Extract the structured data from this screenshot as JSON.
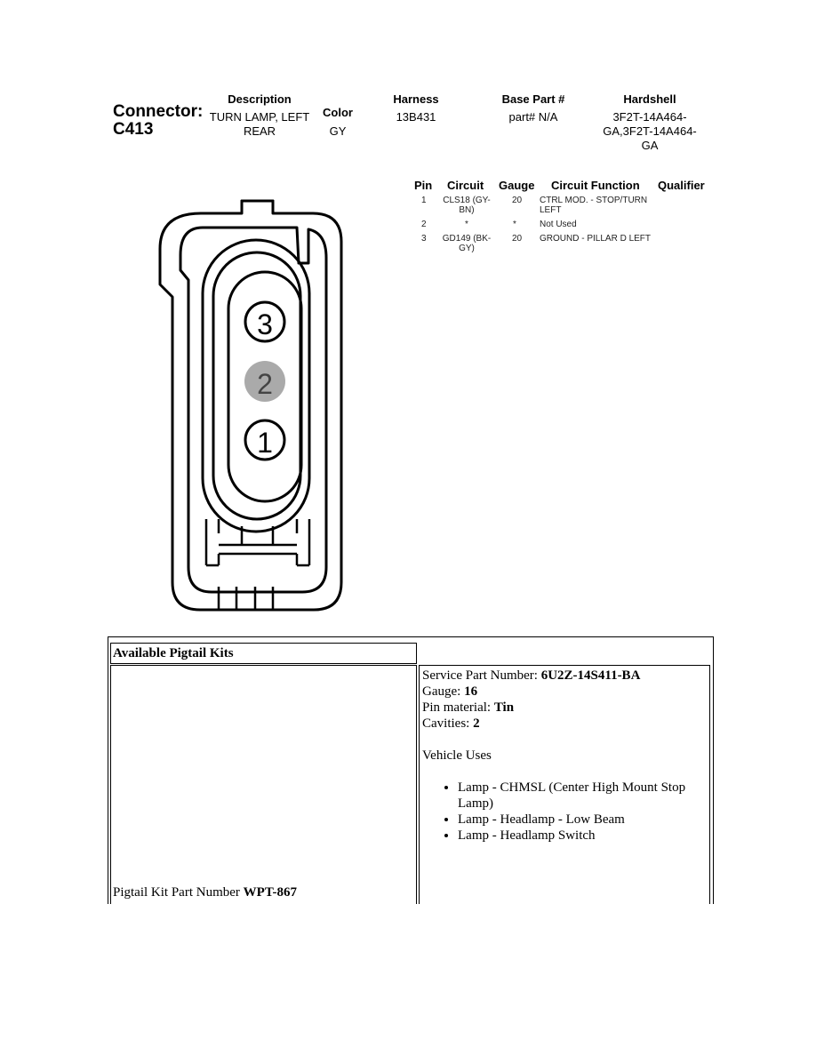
{
  "connector": {
    "label": "Connector:",
    "id": "C413",
    "headers": {
      "description": "Description",
      "color": "Color",
      "harness": "Harness",
      "base_part": "Base Part #",
      "hardshell": "Hardshell"
    },
    "values": {
      "description_line1": "TURN LAMP, LEFT",
      "description_line2": "REAR",
      "color": "GY",
      "harness": "13B431",
      "base_part": "part# N/A",
      "hardshell_line1": "3F2T-14A464-",
      "hardshell_line2": "GA,3F2T-14A464-",
      "hardshell_line3": "GA"
    }
  },
  "pin_table": {
    "headers": {
      "pin": "Pin",
      "circuit": "Circuit",
      "gauge": "Gauge",
      "function": "Circuit Function",
      "qualifier": "Qualifier"
    },
    "rows": [
      {
        "pin": "1",
        "circuit_l1": "CLS18 (GY-",
        "circuit_l2": "BN)",
        "gauge": "20",
        "function_l1": "CTRL MOD. - STOP/TURN",
        "function_l2": "LEFT"
      },
      {
        "pin": "2",
        "circuit_l1": "*",
        "circuit_l2": "",
        "gauge": "*",
        "function_l1": "Not Used",
        "function_l2": ""
      },
      {
        "pin": "3",
        "circuit_l1": "GD149 (BK-",
        "circuit_l2": "GY)",
        "gauge": "20",
        "function_l1": "GROUND - PILLAR D LEFT",
        "function_l2": ""
      }
    ]
  },
  "diagram": {
    "cavity_labels": [
      "3",
      "2",
      "1"
    ]
  },
  "pigtail": {
    "heading": "Available Pigtail Kits",
    "kit_label": "Pigtail Kit Part Number ",
    "kit_number": "WPT-867",
    "service_label": "Service Part Number: ",
    "service_number": "6U2Z-14S411-BA",
    "gauge_label": "Gauge: ",
    "gauge_value": "16",
    "material_label": "Pin material: ",
    "material_value": "Tin",
    "cavities_label": "Cavities: ",
    "cavities_value": "2",
    "vehicle_uses_label": "Vehicle Uses",
    "uses": [
      "Lamp - CHMSL (Center High Mount Stop Lamp)",
      "Lamp - Headlamp - Low Beam",
      "Lamp - Headlamp Switch"
    ]
  },
  "colors": {
    "unused_cavity_fill": "#aaaaaa",
    "line": "#000000"
  }
}
